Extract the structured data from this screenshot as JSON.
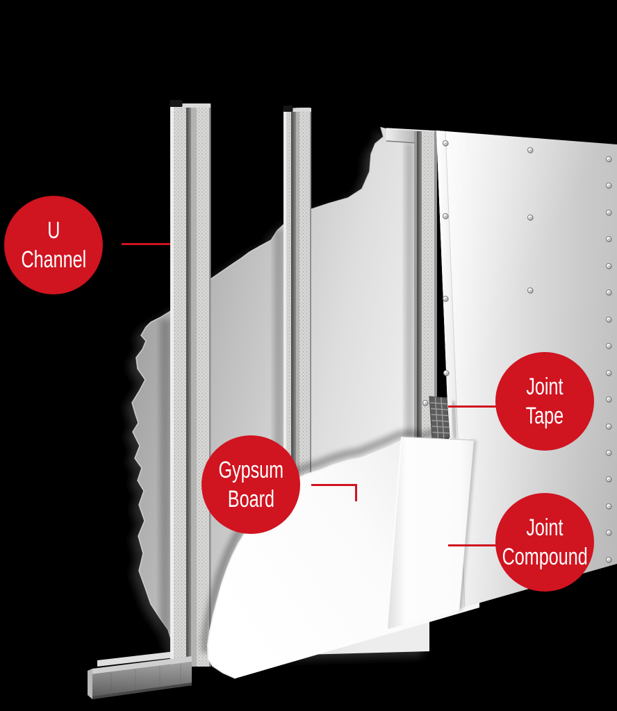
{
  "diagram": {
    "type": "drywall-partition-cutaway",
    "callouts": {
      "u_channel": {
        "line1": "U",
        "line2": "Channel"
      },
      "gypsum_board": {
        "line1": "Gypsum",
        "line2": "Board"
      },
      "joint_tape": {
        "line1": "Joint",
        "line2": "Tape"
      },
      "joint_compound": {
        "line1": "Joint",
        "line2": "Compound"
      }
    }
  },
  "colors": {
    "accent_red": "#d01420",
    "background": "#000000",
    "label_text": "#ffffff"
  }
}
